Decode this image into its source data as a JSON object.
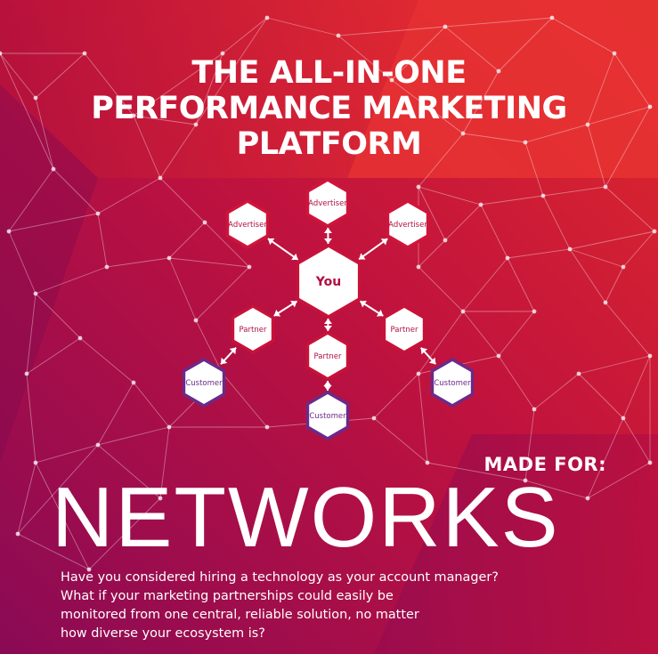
{
  "title_lines": [
    "THE ALL-IN-ONE",
    "PERFORMANCE MARKETING",
    "PLATFORM"
  ],
  "made_for": "MADE FOR:",
  "headline": "NETWORKS",
  "body_lines": [
    "Have you considered hiring a technology as your account manager?",
    "What if your marketing partnerships could easily be",
    "monitored from one central, reliable solution, no matter",
    "how diverse your ecosystem is?"
  ],
  "colors": {
    "deep_purple": "#8c0a52",
    "crimson": "#c8123a",
    "red": "#e62a2a",
    "hub_text": "#b01040",
    "customer_border": "#6a2a8a",
    "customer_text": "#6a2a8a"
  },
  "diagram": {
    "nodes": [
      {
        "id": "hub",
        "label": "You",
        "role": "hub"
      },
      {
        "id": "adv-top",
        "label": "Advertiser",
        "role": "advertiser"
      },
      {
        "id": "adv-left",
        "label": "Advertiser",
        "role": "advertiser"
      },
      {
        "id": "adv-right",
        "label": "Advertiser",
        "role": "advertiser"
      },
      {
        "id": "par-left",
        "label": "Partner",
        "role": "partner"
      },
      {
        "id": "par-center",
        "label": "Partner",
        "role": "partner"
      },
      {
        "id": "par-right",
        "label": "Partner",
        "role": "partner"
      },
      {
        "id": "cus-left",
        "label": "Customer",
        "role": "customer"
      },
      {
        "id": "cus-center",
        "label": "Customer",
        "role": "customer"
      },
      {
        "id": "cus-right",
        "label": "Customer",
        "role": "customer"
      }
    ],
    "edges": [
      [
        "hub",
        "adv-top"
      ],
      [
        "hub",
        "adv-left"
      ],
      [
        "hub",
        "adv-right"
      ],
      [
        "hub",
        "par-left"
      ],
      [
        "hub",
        "par-center"
      ],
      [
        "hub",
        "par-right"
      ],
      [
        "par-left",
        "cus-left"
      ],
      [
        "par-center",
        "cus-center"
      ],
      [
        "par-right",
        "cus-right"
      ]
    ]
  }
}
